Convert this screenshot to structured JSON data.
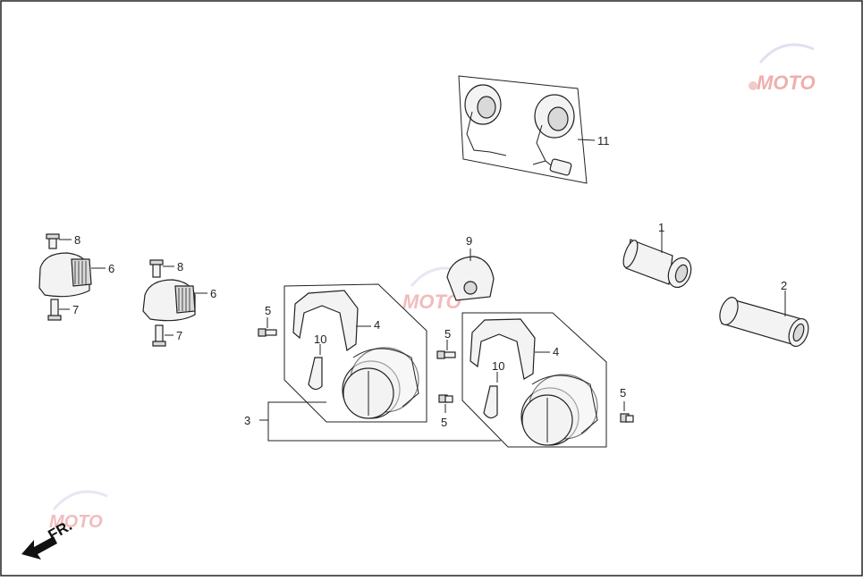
{
  "diagram": {
    "callouts": {
      "c1": "1",
      "c2": "2",
      "c3": "3",
      "c4a": "4",
      "c4b": "4",
      "c5a": "5",
      "c5b": "5",
      "c5c": "5",
      "c5d": "5",
      "c6a": "6",
      "c6b": "6",
      "c7a": "7",
      "c7b": "7",
      "c8a": "8",
      "c8b": "8",
      "c9": "9",
      "c10a": "10",
      "c10b": "10",
      "c11": "11"
    },
    "direction_label": "FR.",
    "watermark_text": "MOTO"
  }
}
